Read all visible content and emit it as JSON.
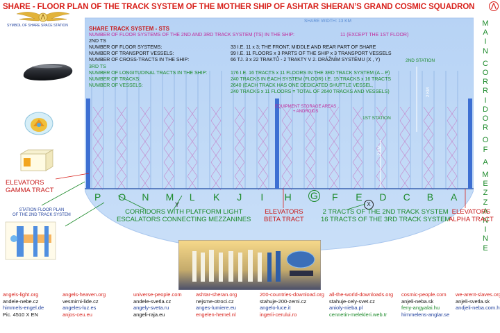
{
  "title": "SHARE - FLOOR PLAN OF THE TRACK SYSTEM OF THE MOTHER SHIP OF ASHTAR SHERAN’S GRAND COSMIC SQUADRON",
  "symbol_caption": "SYMBOL OF SHARE SPACE STATION",
  "width_label": "SHARE WIDTH: 13 KM",
  "main_corridor": [
    "M",
    "A",
    "I",
    "N",
    " ",
    "C",
    "O",
    "R",
    "R",
    "I",
    "D",
    "O",
    "R",
    " ",
    "O",
    "F",
    " ",
    "A",
    " ",
    "M",
    "E",
    "Z",
    "Z",
    "A",
    "N",
    "I",
    "N",
    "E"
  ],
  "sts": {
    "heading": "SHARE TRACK SYSTEM - STS",
    "line1": "NUMBER OF FLOOR SYSTEMS OF THE 2ND AND 3RD TRACK SYSTEM (TS) IN THE SHIP:",
    "line1_val": "11 (EXCEPT THE 1ST FLOOR)",
    "ts2": "2ND TS",
    "rows2": [
      {
        "k": "NUMBER OF FLOOR SYSTEMS:",
        "v": "33  I.E. 11 x 3; THE FRONT, MIDDLE AND REAR PART OF SHARE"
      },
      {
        "k": "NUMBER OF TRANSPORT VESSELS:",
        "v": "99  I.E. 11 FLOORS x 3 PARTS OF THE SHIP x 3 TRANSPORT VESSELS"
      },
      {
        "k": "NUMBER OF CROSS-TRACTS IN THE SHIP:",
        "v": "66  TJ. 3 x 22 TRAKTŮ - 2  TRAKTY V 2. DRÁŽNÍM SYSTÉMU (X , Y)"
      }
    ],
    "ts3": "3RD TS",
    "rows3": [
      {
        "k": "NUMBER OF LONGITUDINAL TRACTS IN THE SHIP:",
        "v": "176  I.E. 16 TRACTS x 11 FLOORS IN THE 3RD TRACK SYSTEM  (A – P)"
      },
      {
        "k": "NUMBER OF TRACKS:",
        "v": "240  TRACKS IN EACH SYSTEM (FLOOR)  I.E. 15 TRACKS x 16 TRACTS"
      },
      {
        "k": "NUMBER OF VESSELS:",
        "v": "2640  (EACH TRACK HAS ONE DEDICATED SHUTTLE VESSEL,"
      },
      {
        "k": "",
        "v": "240 TRACKS x 11 FLOORS = TOTAL OF 2640 TRACKS AND VESSELS)"
      }
    ]
  },
  "equipment_label": "EQUIPMENT STORAGE AREAS\n+ ANDROIDS",
  "station_1": "1ST STATION",
  "station_2": "2ND STATION",
  "dim_2km_upper": "2 KM",
  "dim_2km_lower": "2 KM",
  "tract_letters": [
    "P",
    "O",
    "N",
    "M",
    "L",
    "K",
    "J",
    "I",
    "H",
    "G",
    "F",
    "E",
    "D",
    "C",
    "B",
    "A"
  ],
  "cross_x": "X",
  "cross_y": "Y",
  "callouts": {
    "elevators_gamma": "ELEVATORS\nGAMMA TRACT",
    "station_floor_plan": "STATION FLOOR PLAN\nOF THE 2ND TRACK SYSTEM",
    "corridors": "CORRIDORS WITH PLATFORM LIGHT\nESCALATORS CONNECTING MEZZANINES",
    "elevators_beta": "ELEVATORS\nBETA TRACT",
    "tracts_system": "2 TRACTS OF THE 2ND TRACK SYSTEM\n16 TRACTS OF THE 3RD TRACK SYSTEM",
    "elevators_alpha": "ELEVATORS\nALPHA TRACT"
  },
  "links": [
    {
      "items": [
        {
          "t": "angels-light.org",
          "c": "red"
        },
        {
          "t": "andele-nebe.cz",
          "c": "blk"
        },
        {
          "t": "himmels-engel.de",
          "c": "blue"
        },
        {
          "t": "Pic. 4510 X EN",
          "c": "blk"
        }
      ]
    },
    {
      "items": [
        {
          "t": "angels-heaven.org",
          "c": "red"
        },
        {
          "t": "vesmirni-lide.cz",
          "c": "blk"
        },
        {
          "t": "angeles-luz.es",
          "c": "blue"
        },
        {
          "t": "anjos-ceu.eu",
          "c": "red"
        }
      ]
    },
    {
      "items": [
        {
          "t": "universe-people.com",
          "c": "red"
        },
        {
          "t": "andele-svetla.cz",
          "c": "blk"
        },
        {
          "t": "angely-sveta.ru",
          "c": "blue"
        },
        {
          "t": "angeli-raja.eu",
          "c": "blk"
        }
      ]
    },
    {
      "items": [
        {
          "t": "ashtar-sheran.org",
          "c": "red"
        },
        {
          "t": "nejsme-otroci.cz",
          "c": "blk"
        },
        {
          "t": "anges-lumiere.eu",
          "c": "blue"
        },
        {
          "t": "engelen-hemel.nl",
          "c": "red"
        }
      ]
    },
    {
      "items": [
        {
          "t": "200-countries-download.org",
          "c": "red"
        },
        {
          "t": "stahuje-200-zemi.cz",
          "c": "blk"
        },
        {
          "t": "angelo-luce.it",
          "c": "blue"
        },
        {
          "t": "ingerii-cerului.ro",
          "c": "red"
        }
      ]
    },
    {
      "items": [
        {
          "t": "all-the-world-downloads.org",
          "c": "red"
        },
        {
          "t": "stahuje-cely-svet.cz",
          "c": "blk"
        },
        {
          "t": "anioly-nieba.pl",
          "c": "blue"
        },
        {
          "t": "cennetin-melekleri.web.tr",
          "c": "green"
        }
      ]
    },
    {
      "items": [
        {
          "t": "cosmic-people.com",
          "c": "red"
        },
        {
          "t": "anjeli-neba.sk",
          "c": "blk"
        },
        {
          "t": "feny-angyalai.hu",
          "c": "green"
        },
        {
          "t": "himmelens-anglar.se",
          "c": "blue"
        }
      ]
    },
    {
      "items": [
        {
          "t": "we-arent-slaves.org",
          "c": "red"
        },
        {
          "t": "anjeli-svetla.sk",
          "c": "blk"
        },
        {
          "t": "andjeli-neba.com.hr",
          "c": "blue"
        }
      ]
    }
  ],
  "colors": {
    "ship": "#bcd6f6",
    "red": "#d8211b",
    "green": "#1c8a2a",
    "blue": "#1f3f9c",
    "magenta": "#c0289a"
  },
  "icons": [
    "share-emblem-icon",
    "ship-side-icon",
    "ship-shuttle-icon",
    "station-plan-icon",
    "ashtar-symbol-icon"
  ]
}
